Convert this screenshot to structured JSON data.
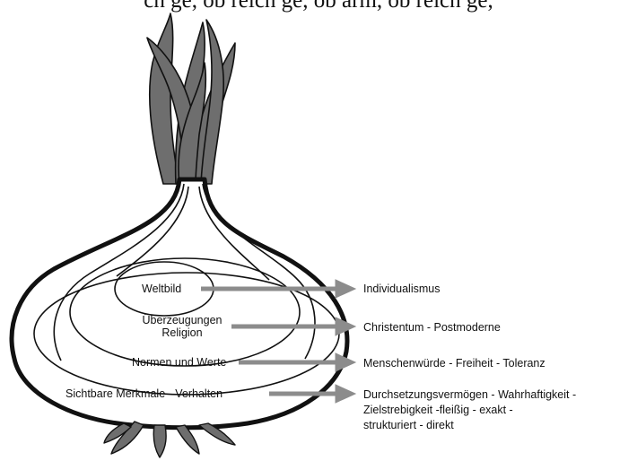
{
  "header_text_fragment": "ch ge, ob reich ge, ob arm, ob reich ge,",
  "layers": [
    {
      "name": "Weltbild",
      "value": "Individualismus"
    },
    {
      "name_line1": "Überzeugungen",
      "name_line2": "Religion",
      "value": "Christentum - Postmoderne"
    },
    {
      "name": "Normen und Werte",
      "value": "Menschenwürde - Freiheit - Toleranz"
    },
    {
      "name": "Sichtbare Merkmale - Verhalten",
      "value_lines": [
        "Durchsetzungsvermögen - Wahrhaftigkeit -",
        "Zielstrebigkeit -fleißig - exakt -",
        "strukturiert - direkt"
      ]
    }
  ],
  "colors": {
    "arrow": "#8c8c8c",
    "leaf": "#6e6e6e",
    "outline": "#111111"
  }
}
